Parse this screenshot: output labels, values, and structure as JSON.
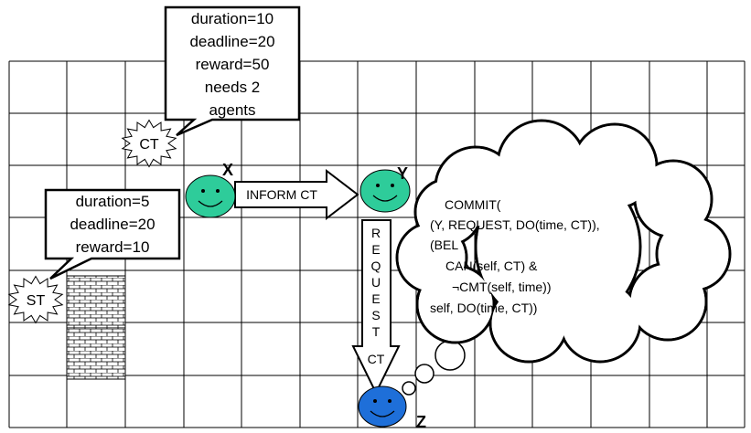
{
  "callout_ct": {
    "lines": [
      "duration=10",
      "deadline=20",
      "reward=50",
      "needs 2",
      "agents"
    ]
  },
  "callout_st": {
    "lines": [
      "duration=5",
      "deadline=20",
      "reward=10"
    ]
  },
  "tasks": {
    "ct_label": "CT",
    "st_label": "ST"
  },
  "agents": {
    "x_label": "X",
    "y_label": "Y",
    "z_label": "Z",
    "x_color": "#2ecc9a",
    "y_color": "#2ecc9a",
    "z_color": "#1e6fd9"
  },
  "arrows": {
    "inform_label": "INFORM CT",
    "request_letters": [
      "R",
      "E",
      "Q",
      "U",
      "E",
      "S",
      "T"
    ],
    "request_ct_label": "CT"
  },
  "thought": {
    "lines": [
      "COMMIT(",
      "(Y, REQUEST, DO(time, CT)),",
      "(BEL",
      "CAN(self, CT) &",
      "¬CMT(self, time))",
      "self, DO(time, CT))"
    ]
  }
}
